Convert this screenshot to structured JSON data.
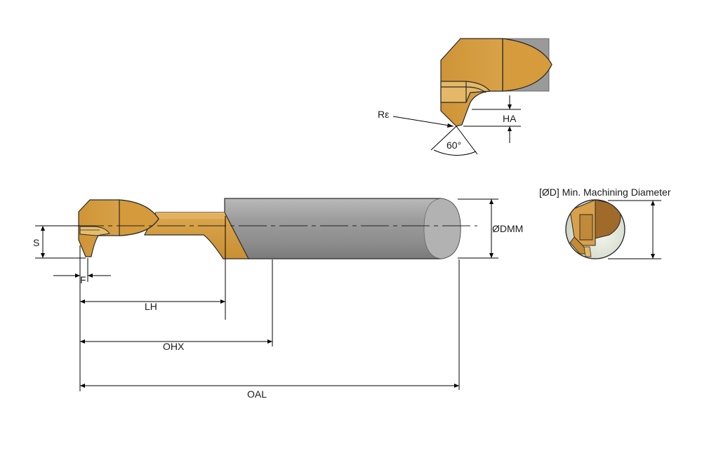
{
  "labels": {
    "s": "S",
    "f": "F",
    "lh": "LH",
    "ohx": "OHX",
    "oal": "OAL",
    "dmm": "ØDMM",
    "re": "Rε",
    "ha": "HA",
    "angle": "60°",
    "min_diameter": "[ØD] Min. Machining Diameter"
  },
  "colors": {
    "insert_gold": "#d9a148",
    "insert_gold_dark": "#c4892f",
    "insert_gold_light": "#e6b866",
    "shank_gray": "#a7a7a7",
    "shank_light": "#cfcfcf",
    "shank_dark": "#8a8a8a",
    "circle_fill": "#e8ece0",
    "outline": "#2a2a2a"
  }
}
